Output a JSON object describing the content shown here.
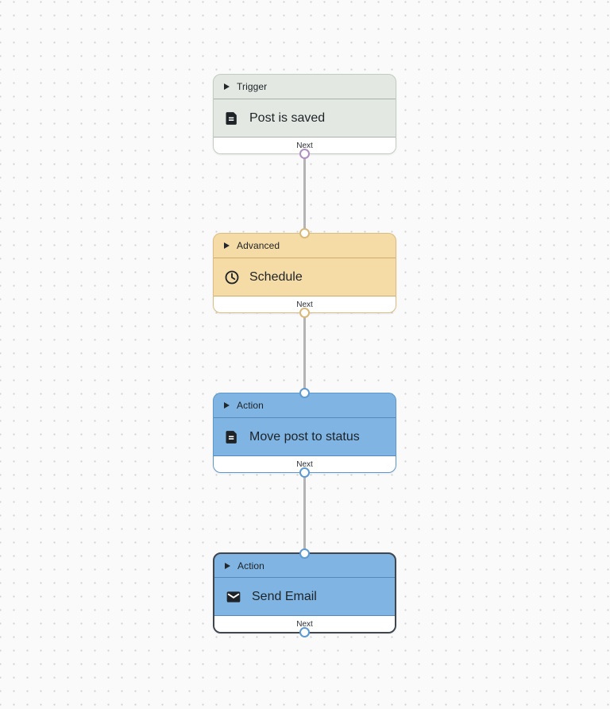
{
  "canvas": {
    "background_color": "#fafafa",
    "dot_color": "#d2d2d2",
    "edge_color": "#b4b4b4"
  },
  "nodes": [
    {
      "category": "Trigger",
      "label": "Post is saved",
      "icon": "post-icon",
      "next_label": "Next",
      "selected": false,
      "has_input_handle": false,
      "has_output_handle": true,
      "colors": {
        "bg": "#e3e8e2",
        "border": "#c2ccc2",
        "divider": "#aab4aa",
        "handle": "#b08ec2"
      }
    },
    {
      "category": "Advanced",
      "label": "Schedule",
      "icon": "clock-icon",
      "next_label": "Next",
      "selected": false,
      "has_input_handle": true,
      "has_output_handle": true,
      "colors": {
        "bg": "#f5dba6",
        "border": "#dcbc80",
        "divider": "#cfab6c",
        "handle": "#d9b878"
      }
    },
    {
      "category": "Action",
      "label": "Move post to status",
      "icon": "post-icon",
      "next_label": "Next",
      "selected": false,
      "has_input_handle": true,
      "has_output_handle": true,
      "colors": {
        "bg": "#80b4e3",
        "border": "#5e97cc",
        "divider": "#5588bb",
        "handle": "#5e9ad0"
      }
    },
    {
      "category": "Action",
      "label": "Send Email",
      "icon": "email-icon",
      "next_label": "Next",
      "selected": true,
      "has_input_handle": true,
      "has_output_handle": true,
      "colors": {
        "bg": "#80b4e3",
        "border": "#3f464d",
        "divider": "#5588bb",
        "handle": "#5e9ad0"
      }
    }
  ],
  "edges": [
    {
      "from": "node-0",
      "to": "node-1"
    },
    {
      "from": "node-1",
      "to": "node-2"
    },
    {
      "from": "node-2",
      "to": "node-3"
    }
  ]
}
